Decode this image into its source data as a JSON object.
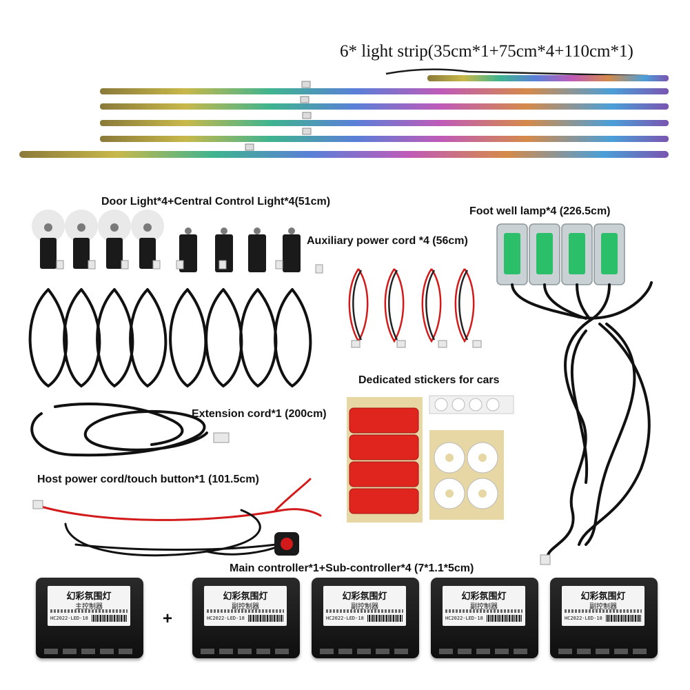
{
  "labels": {
    "light_strip": "6* light strip(35cm*1+75cm*4+110cm*1)",
    "door_light": "Door Light*4+Central Control Light*4(51cm)",
    "foot_well": "Foot well lamp*4 (226.5cm)",
    "aux_power": "Auxiliary power cord *4 (56cm)",
    "stickers": "Dedicated stickers for cars",
    "extension": "Extension cord*1 (200cm)",
    "host_power": "Host power cord/touch button*1 (101.5cm)",
    "controllers": "Main controller*1+Sub-controller*4 (7*1.1*5cm)"
  },
  "plus_sign": "+",
  "controllers": [
    {
      "name": "幻彩氛围灯",
      "role": "主控制器",
      "model": "HC2022-LED-18"
    },
    {
      "name": "幻彩氛围灯",
      "role": "副控制器",
      "model": "HC2022-LED-18"
    },
    {
      "name": "幻彩氛围灯",
      "role": "副控制器",
      "model": "HC2022-LED-18"
    },
    {
      "name": "幻彩氛围灯",
      "role": "副控制器",
      "model": "HC2022-LED-18"
    },
    {
      "name": "幻彩氛围灯",
      "role": "副控制器",
      "model": "HC2022-LED-18"
    }
  ],
  "colors": {
    "cable": "#111111",
    "red_wire": "#d21a1a",
    "sticker_red": "#e0251f",
    "sticker_backing": "#e7d7a4",
    "led_green": "#2bbf6a"
  }
}
